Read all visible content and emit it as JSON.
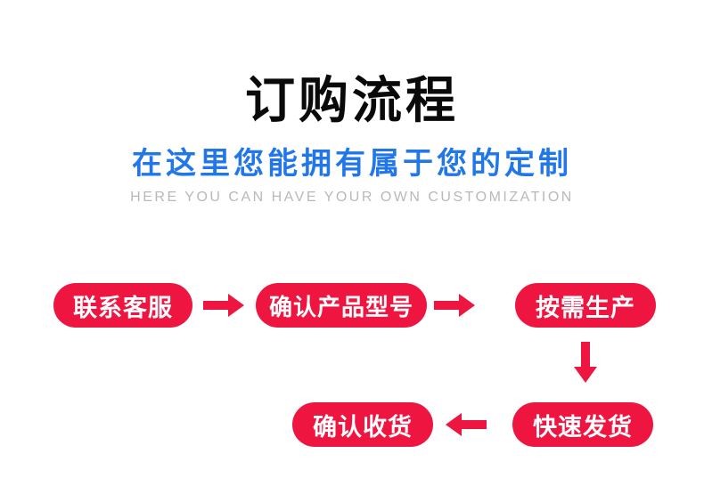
{
  "header": {
    "title": "订购流程",
    "subtitle": "在这里您能拥有属于您的定制",
    "subtitle_en": "HERE YOU CAN HAVE YOUR OWN CUSTOMIZATION"
  },
  "colors": {
    "accent_red": "#ee1541",
    "subtitle_blue": "#2277e8",
    "subtitle_en_gray": "#b9b9b9",
    "title_black": "#0a0a0a",
    "step_text": "#ffffff",
    "background": "#ffffff"
  },
  "flow": {
    "steps": [
      {
        "label": "联系客服"
      },
      {
        "label": "确认产品型号"
      },
      {
        "label": "按需生产"
      },
      {
        "label": "快速发货"
      },
      {
        "label": "确认收货"
      }
    ],
    "arrows": [
      {
        "direction": "right",
        "from": "联系客服",
        "to": "确认产品型号"
      },
      {
        "direction": "right",
        "from": "确认产品型号",
        "to": "按需生产"
      },
      {
        "direction": "down",
        "from": "按需生产",
        "to": "快速发货"
      },
      {
        "direction": "left",
        "from": "快速发货",
        "to": "确认收货"
      }
    ]
  }
}
